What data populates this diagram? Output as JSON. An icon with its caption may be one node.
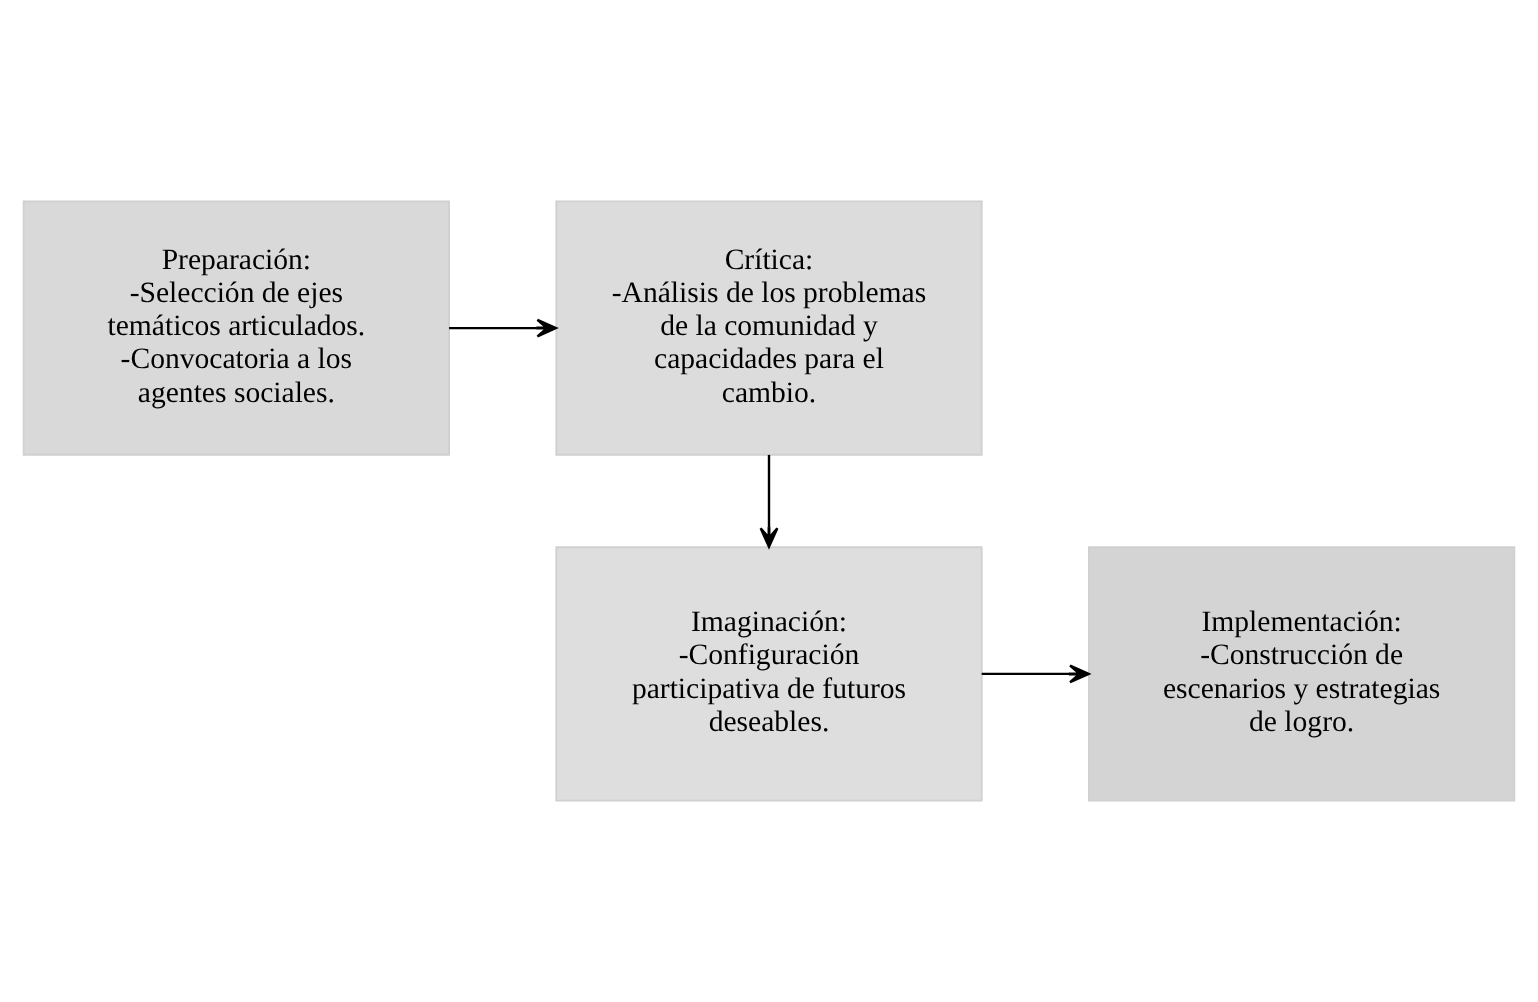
{
  "diagram": {
    "nodes": [
      {
        "text": [
          "Preparación:",
          "-Selección de ejes temáticos articulados.",
          "-Convocatoria a los agentes sociales."
        ]
      },
      {
        "text": [
          "Crítica:",
          "-Análisis de los problemas de la comunidad y capacidades para el cambio."
        ]
      },
      {
        "text": [
          "Imaginación:",
          "-Configuración participativa de futuros deseables."
        ]
      },
      {
        "text": [
          "Implementación:",
          "-Construcción de escenarios y estrategias de logro."
        ]
      }
    ],
    "edges": [
      {
        "from": 0,
        "to": 1,
        "arrow": "to"
      },
      {
        "from": 1,
        "to": 2,
        "arrow": "to"
      },
      {
        "from": 2,
        "to": 3,
        "arrow": "to"
      }
    ]
  }
}
